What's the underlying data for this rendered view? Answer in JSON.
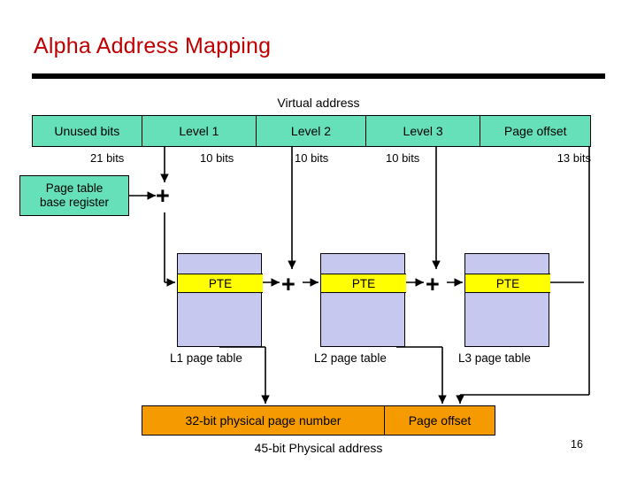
{
  "slide": {
    "title": "Alpha Address Mapping",
    "number": "16"
  },
  "virtual_address": {
    "caption": "Virtual address",
    "fields": [
      {
        "label": "Unused bits",
        "bits": "21 bits"
      },
      {
        "label": "Level 1",
        "bits": "10 bits"
      },
      {
        "label": "Level 2",
        "bits": "10 bits"
      },
      {
        "label": "Level 3",
        "bits": "10 bits"
      },
      {
        "label": "Page offset",
        "bits": "13 bits"
      }
    ]
  },
  "page_table_base_register": {
    "line1": "Page table",
    "line2": "base register"
  },
  "operators": {
    "plus_ptbr": "+",
    "plus_1": "+",
    "plus_2": "+"
  },
  "page_tables": [
    {
      "entry": "PTE",
      "label": "L1 page table"
    },
    {
      "entry": "PTE",
      "label": "L2 page table"
    },
    {
      "entry": "PTE",
      "label": "L3 page table"
    }
  ],
  "physical_address": {
    "ppn": "32-bit physical page number",
    "offset": "Page offset",
    "caption": "45-bit Physical address"
  },
  "colors": {
    "title": "#c00000",
    "virtual_address_field": "#66e0b8",
    "page_table_body": "#c7c8ef",
    "pte": "#ffff00",
    "physical_address": "#f59a00",
    "rule": "#000000"
  }
}
